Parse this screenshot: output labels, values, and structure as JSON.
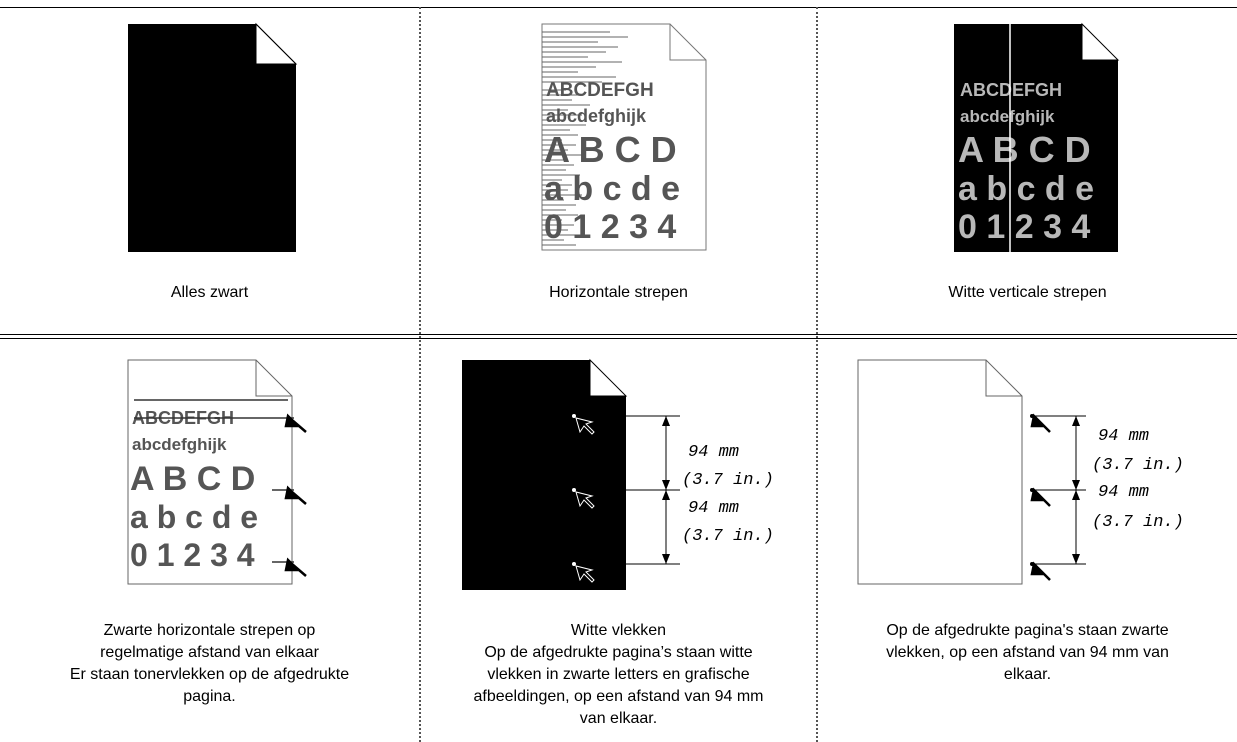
{
  "sample_text": {
    "line1": "ABCDEFGH",
    "line2": "abcdefghijk",
    "line3": "A B C D",
    "line4": "a b c d e",
    "line5": "0 1 2 3 4"
  },
  "dimensions": {
    "a_mm": "94 mm",
    "a_in": "(3.7 in.)",
    "b_mm": "94 mm",
    "b_in": "(3.7 in.)"
  },
  "cells": [
    {
      "caption": [
        "Alles zwart"
      ]
    },
    {
      "caption": [
        "Horizontale strepen"
      ]
    },
    {
      "caption": [
        "Witte verticale strepen"
      ]
    },
    {
      "caption": [
        "Zwarte horizontale strepen op",
        "regelmatige afstand van elkaar",
        "Er staan tonervlekken op de afgedrukte",
        "pagina."
      ]
    },
    {
      "caption": [
        "Witte vlekken",
        "Op de afgedrukte pagina’s staan witte",
        "vlekken in zwarte letters en grafische",
        "afbeeldingen, op een afstand van 94 mm",
        "van elkaar."
      ]
    },
    {
      "caption": [
        "Op de afgedrukte pagina's staan zwarte",
        "vlekken, op een afstand van 94 mm van",
        "elkaar."
      ]
    }
  ]
}
